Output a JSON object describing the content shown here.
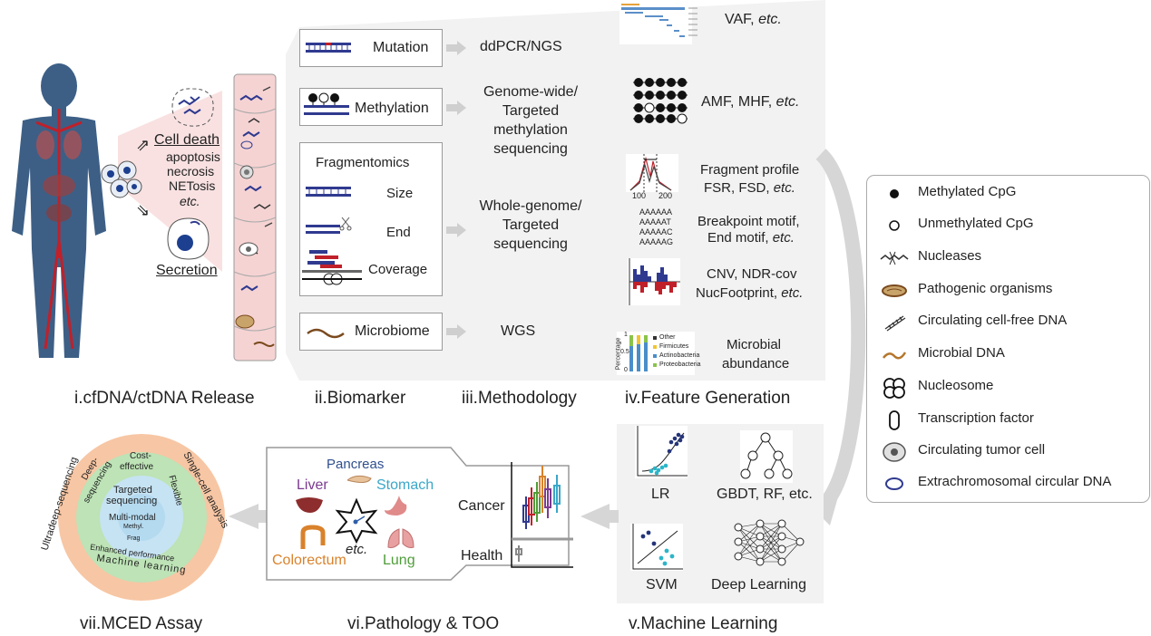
{
  "stages": {
    "s1": "i.cfDNA/ctDNA Release",
    "s2": "ii.Biomarker",
    "s3": "iii.Methodology",
    "s4": "iv.Feature Generation",
    "s5": "v.Machine Learning",
    "s6": "vi.Pathology & TOO",
    "s7": "vii.MCED Assay"
  },
  "release": {
    "cell_death": "Cell death",
    "death_types": [
      "apoptosis",
      "necrosis",
      "NETosis",
      "etc."
    ],
    "secretion": "Secretion"
  },
  "biomarkers": {
    "mutation": "Mutation",
    "methylation": "Methylation",
    "fragmentomics": "Fragmentomics",
    "size": "Size",
    "end": "End",
    "coverage": "Coverage",
    "microbiome": "Microbiome"
  },
  "methods": {
    "m1": "ddPCR/NGS",
    "m2": [
      "Genome-wide/",
      "Targeted",
      "methylation",
      "sequencing"
    ],
    "m3": [
      "Whole-genome/",
      "Targeted",
      "sequencing"
    ],
    "m4": "WGS"
  },
  "features": {
    "vaf": "VAF,",
    "etc": "etc.",
    "amf": "AMF, MHF,",
    "frag1": "Fragment profile",
    "frag2": "FSR, FSD,",
    "bp1": "Breakpoint motif,",
    "bp2": "End motif,",
    "cnv1": "CNV, NDR-cov",
    "cnv2": "NucFootprint,",
    "micro1": "Microbial",
    "micro2": "abundance",
    "frag_ticks": [
      "100",
      "200"
    ],
    "motifs": [
      "AAAAAA",
      "AAAAAT",
      "AAAAAC",
      "AAAAAG"
    ],
    "micro_legend": [
      "Other",
      "Firmicutes",
      "Actinobacteria",
      "Proteobacteria"
    ],
    "micro_axis": "Percentage",
    "micro_ticks": [
      "1",
      "0.5",
      "0"
    ]
  },
  "ml": {
    "lr": "LR",
    "gbdt": "GBDT, RF, etc.",
    "svm": "SVM",
    "dl": "Deep Learning"
  },
  "pathology": {
    "pancreas": "Pancreas",
    "liver": "Liver",
    "stomach": "Stomach",
    "colorectum": "Colorectum",
    "lung": "Lung",
    "etc": "etc.",
    "cancer": "Cancer",
    "health": "Health"
  },
  "assay": {
    "center1": "Targeted",
    "center2": "sequencing",
    "center3": "Multi-modal",
    "center4": "Methyl.",
    "center5": "Frag",
    "cost": "Cost-",
    "effective": "effective",
    "deep": "Deep-",
    "sequencing": "sequencing",
    "flexible": "Flexible",
    "enhanced": "Enhanced performance",
    "ultra": "Ultradeep-sequencing",
    "single": "Single-cell analysis",
    "ml": "Machine learning"
  },
  "legend": [
    {
      "icon": "methylated-cpg-icon",
      "label": "Methylated CpG"
    },
    {
      "icon": "unmethylated-cpg-icon",
      "label": "Unmethylated CpG"
    },
    {
      "icon": "nuclease-icon",
      "label": "Nucleases"
    },
    {
      "icon": "pathogen-icon",
      "label": "Pathogenic organisms"
    },
    {
      "icon": "cfdna-icon",
      "label": "Circulating cell-free DNA"
    },
    {
      "icon": "microbial-dna-icon",
      "label": "Microbial DNA"
    },
    {
      "icon": "nucleosome-icon",
      "label": "Nucleosome"
    },
    {
      "icon": "transcription-factor-icon",
      "label": "Transcription factor"
    },
    {
      "icon": "tumor-cell-icon",
      "label": "Circulating tumor cell"
    },
    {
      "icon": "ecdna-icon",
      "label": "Extrachromosomal circular DNA"
    }
  ],
  "colors": {
    "panel": "#f2f2f2",
    "border": "#9a9a9a",
    "dna_blue": "#2f3a8f",
    "vessel": "#f6d3d3",
    "blood_red": "#c0202a",
    "body": "#3d5f86",
    "liver": "#7b3b8f",
    "stomach": "#3aa7c9",
    "colorectum": "#d9822b",
    "lung": "#4f9d3a"
  }
}
